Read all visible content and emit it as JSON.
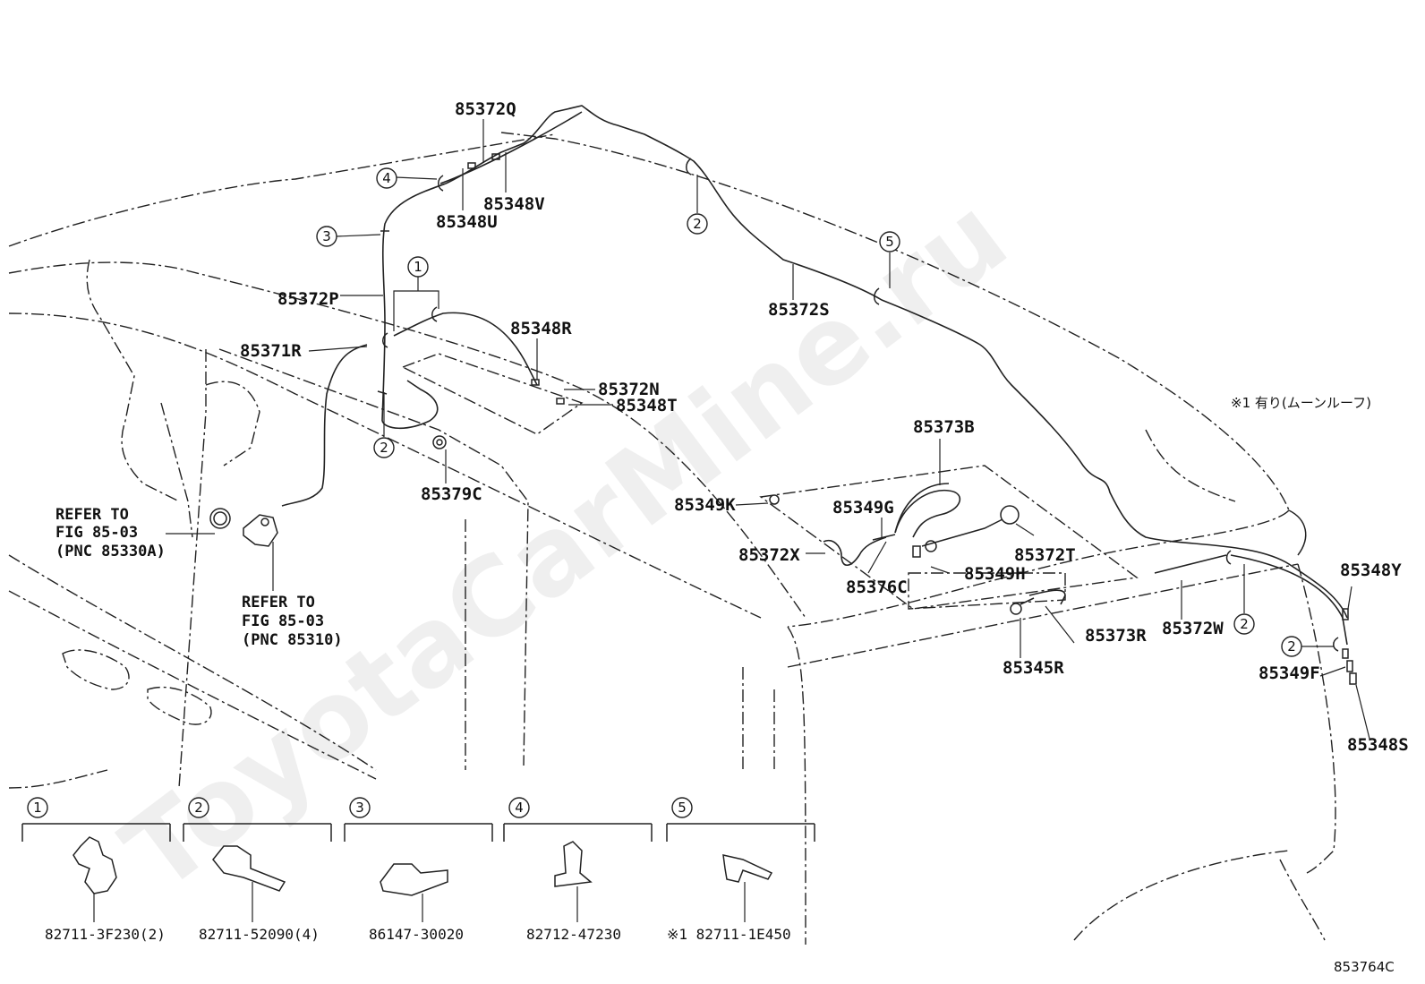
{
  "watermark": "ToyotaCarMine.ru",
  "labels": {
    "p85372Q": "85372Q",
    "p85348V": "85348V",
    "p85348U": "85348U",
    "p85372P": "85372P",
    "p85371R": "85371R",
    "p85348R": "85348R",
    "p85372N": "85372N",
    "p85348T": "85348T",
    "p85379C": "85379C",
    "p85372S": "85372S",
    "p85373B": "85373B",
    "p85349K": "85349K",
    "p85349G": "85349G",
    "p85372X": "85372X",
    "p85376C": "85376C",
    "p85372T": "85372T",
    "p85349H": "85349H",
    "p85345R": "85345R",
    "p85373R": "85373R",
    "p85372W": "85372W",
    "p85348Y": "85348Y",
    "p85349F": "85349F",
    "p85348S": "85348S"
  },
  "refers": {
    "left": [
      "REFER TO",
      "FIG 85-03",
      "(PNC 85330A)"
    ],
    "right": [
      "REFER TO",
      "FIG 85-03",
      "(PNC 85310)"
    ]
  },
  "note": "※1 有り(ムーンルーフ)",
  "callouts": [
    "1",
    "2",
    "3",
    "4",
    "5"
  ],
  "legend": [
    {
      "num": "1",
      "part": "82711-3F230(2)"
    },
    {
      "num": "2",
      "part": "82711-52090(4)"
    },
    {
      "num": "3",
      "part": "86147-30020"
    },
    {
      "num": "4",
      "part": "82712-47230"
    },
    {
      "num": "5",
      "part": "※1 82711-1E450"
    }
  ],
  "figure_id": "853764C"
}
